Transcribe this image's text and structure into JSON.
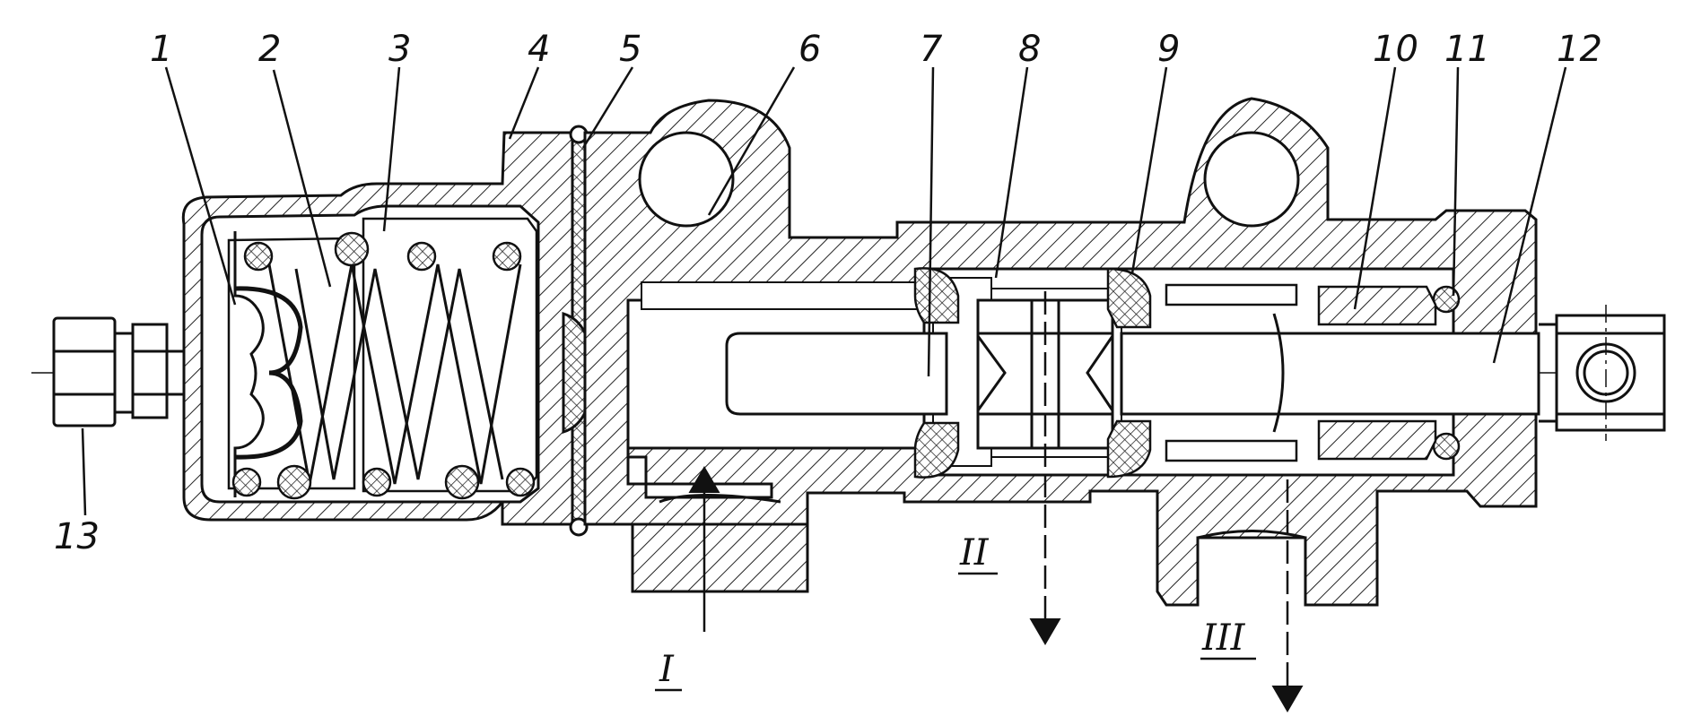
{
  "drawing": {
    "stroke_color": "#111111",
    "hatch_color": "#222222",
    "background": "#ffffff"
  },
  "callouts": [
    {
      "id": "1",
      "label": "1"
    },
    {
      "id": "2",
      "label": "2"
    },
    {
      "id": "3",
      "label": "3"
    },
    {
      "id": "4",
      "label": "4"
    },
    {
      "id": "5",
      "label": "5"
    },
    {
      "id": "6",
      "label": "6"
    },
    {
      "id": "7",
      "label": "7"
    },
    {
      "id": "8",
      "label": "8"
    },
    {
      "id": "9",
      "label": "9"
    },
    {
      "id": "10",
      "label": "10"
    },
    {
      "id": "11",
      "label": "11"
    },
    {
      "id": "12",
      "label": "12"
    },
    {
      "id": "13",
      "label": "13"
    }
  ],
  "ports": [
    {
      "id": "I",
      "label": "I",
      "direction": "in"
    },
    {
      "id": "II",
      "label": "II",
      "direction": "out"
    },
    {
      "id": "III",
      "label": "III",
      "direction": "out"
    }
  ]
}
